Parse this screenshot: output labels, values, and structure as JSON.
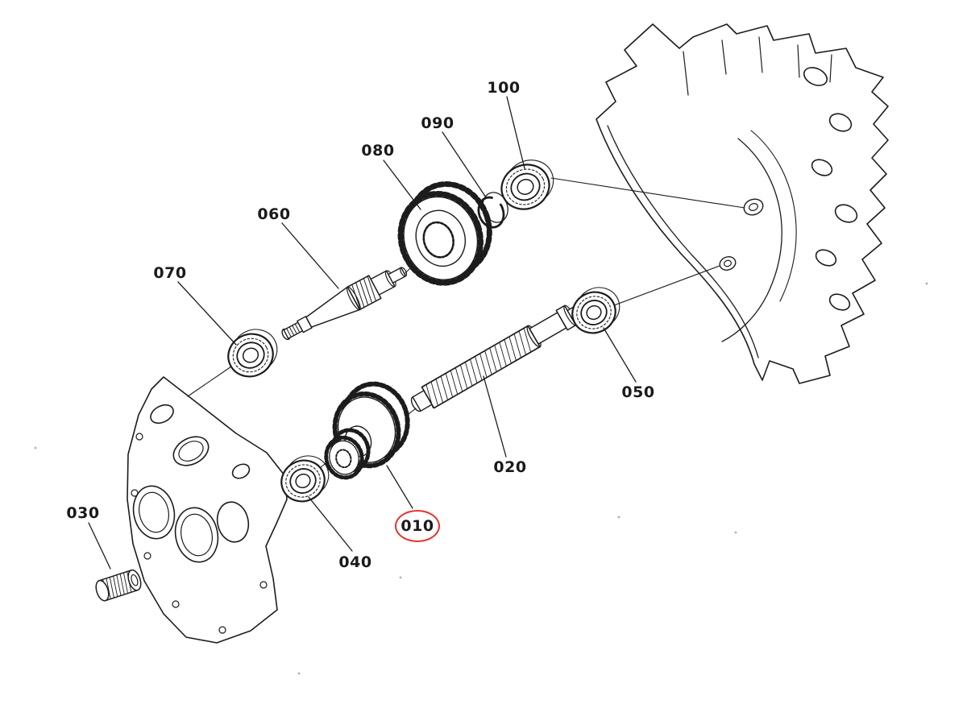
{
  "diagram": {
    "type": "exploded-parts-diagram",
    "line_color": "#1c1c1c",
    "highlight_color": "#e5322a",
    "highlighted_label": "010",
    "labels": {
      "l010": "010",
      "l020": "020",
      "l030": "030",
      "l040": "040",
      "l050": "050",
      "l060": "060",
      "l070": "070",
      "l080": "080",
      "l090": "090",
      "l100": "100"
    }
  }
}
